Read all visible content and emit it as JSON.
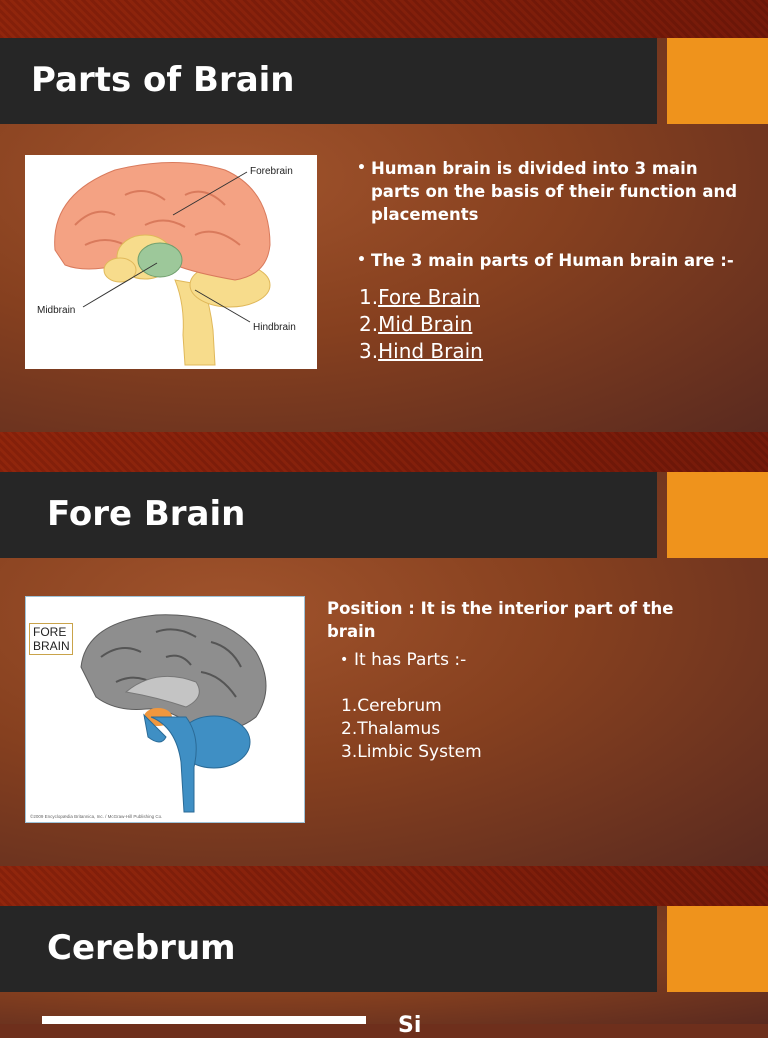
{
  "slides": [
    {
      "title": "Parts of Brain",
      "image_labels": {
        "forebrain": "Forebrain",
        "midbrain": "Midbrain",
        "hindbrain": "Hindbrain"
      },
      "bullets": [
        "Human brain is divided into 3 main parts on the basis of their function and placements",
        "The 3 main parts of Human brain are :-"
      ],
      "list": [
        {
          "num": "1.",
          "text": "Fore Brain"
        },
        {
          "num": "2.",
          "text": "Mid Brain"
        },
        {
          "num": "3.",
          "text": "Hind Brain"
        }
      ]
    },
    {
      "title": "Fore Brain",
      "image_label": "FORE BRAIN",
      "image_caption": "©2009 Encyclopædia Britannica, Inc. / McGraw-Hill Publishing Co.",
      "position_text": "Position : It is the interior part of the brain",
      "bullet": "It has Parts :-",
      "list": [
        "1.Cerebrum",
        "2.Thalamus",
        "3.Limbic System"
      ]
    },
    {
      "title": "Cerebrum",
      "partial_text": "Si"
    }
  ],
  "colors": {
    "title_bar": "#262626",
    "accent": "#ef931c",
    "text": "#ffffff"
  }
}
